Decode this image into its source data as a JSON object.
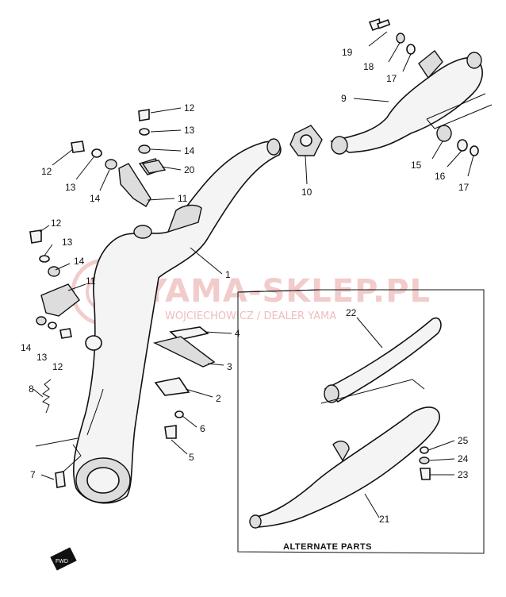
{
  "watermark": {
    "brand": "YAMA-SKLEP.PL",
    "subline": "WOJCIECHOWICZ / DEALER YAMA"
  },
  "alternate_box": {
    "title": "ALTERNATE PARTS"
  },
  "callouts": {
    "c1": "1",
    "c2": "2",
    "c3": "3",
    "c4": "4",
    "c5": "5",
    "c6": "6",
    "c7": "7",
    "c8": "8",
    "c9": "9",
    "c10": "10",
    "c11a": "11",
    "c11b": "11",
    "c12a": "12",
    "c12b": "12",
    "c12c": "12",
    "c12d": "12",
    "c13a": "13",
    "c13b": "13",
    "c13c": "13",
    "c13d": "13",
    "c14a": "14",
    "c14b": "14",
    "c14c": "14",
    "c14d": "14",
    "c15": "15",
    "c16": "16",
    "c17a": "17",
    "c17b": "17",
    "c18": "18",
    "c19": "19",
    "c20": "20",
    "c21": "21",
    "c22": "22",
    "c23": "23",
    "c24": "24",
    "c25": "25"
  },
  "fwd_mark": "FWD"
}
